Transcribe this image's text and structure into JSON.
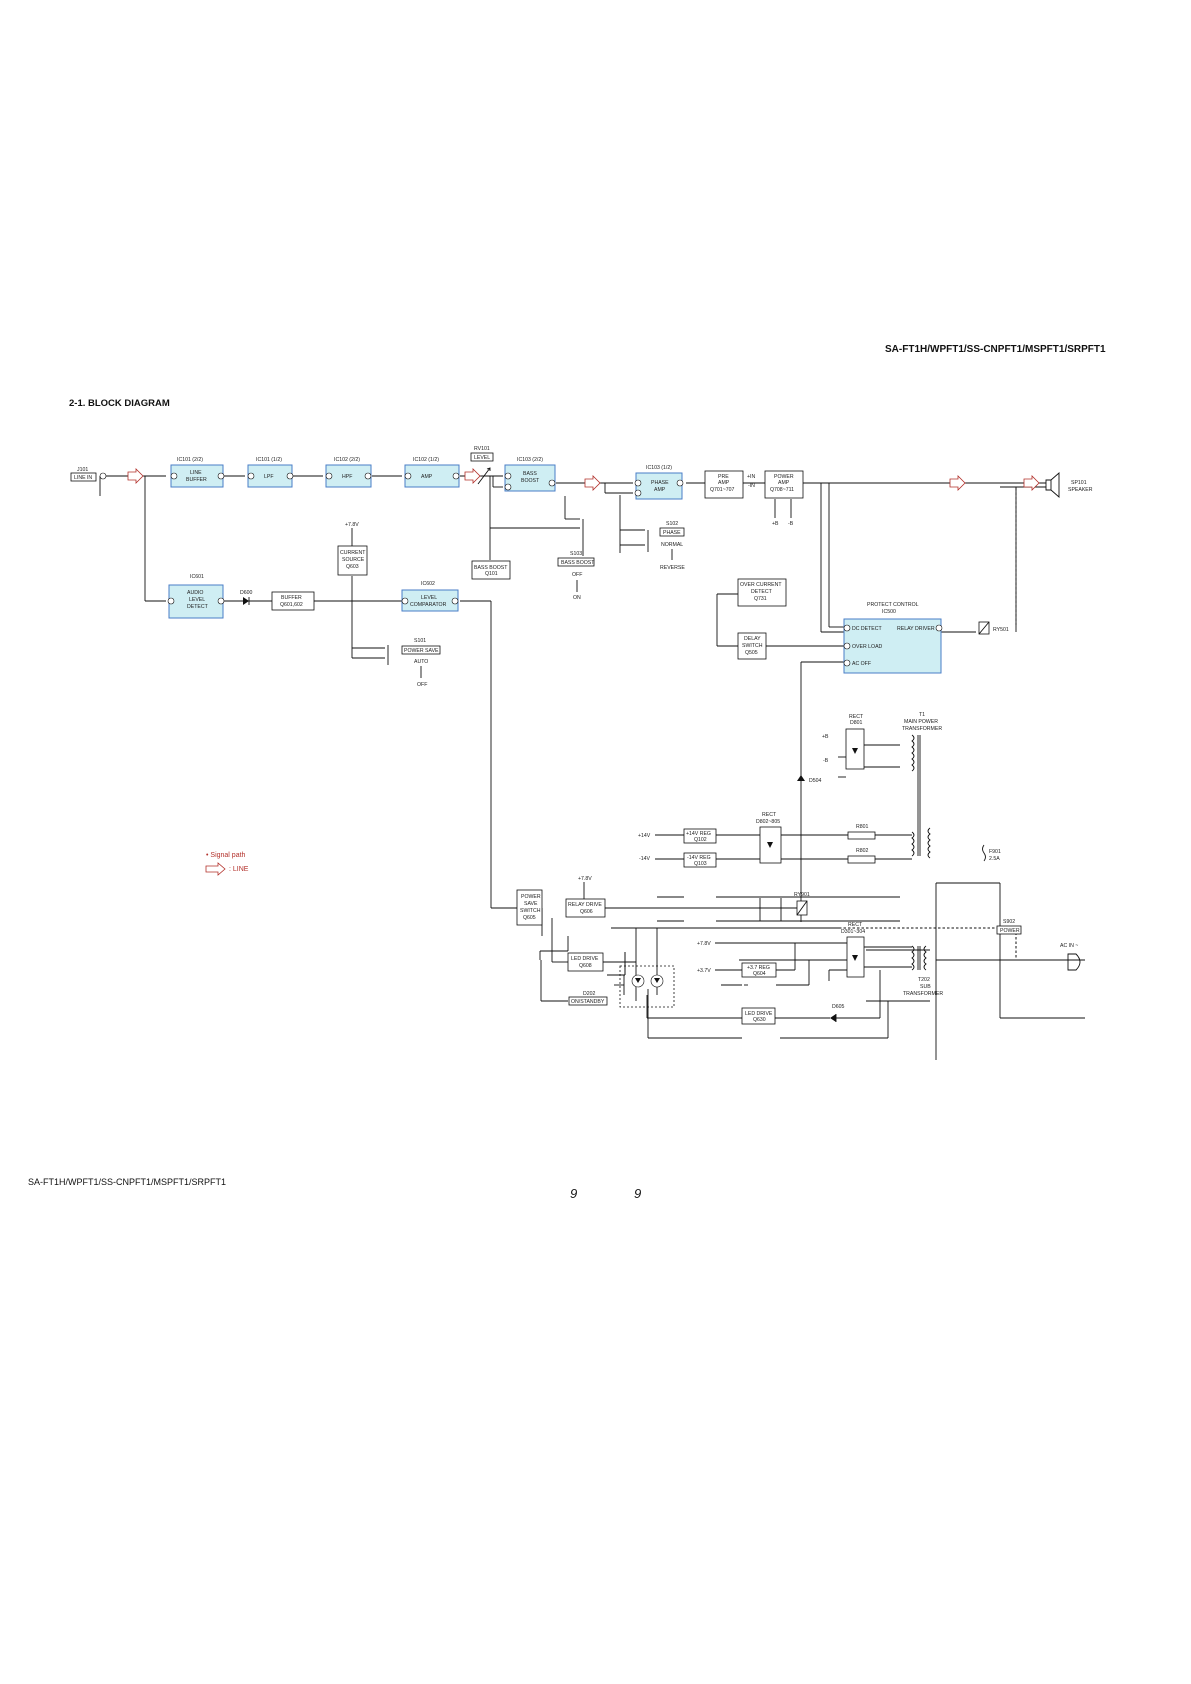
{
  "header": {
    "model_top": "SA-FT1H/WPFT1/SS-CNPFT1/MSPFT1/SRPFT1",
    "section_title": "2-1.   BLOCK DIAGRAM"
  },
  "footer": {
    "model_bottom": "SA-FT1H/WPFT1/SS-CNPFT1/MSPFT1/SRPFT1",
    "page_left": "9",
    "page_right": "9"
  },
  "legend": {
    "title": "• Signal path",
    "line_label": ": LINE"
  },
  "colors": {
    "highlight_fill": "#cfeef3",
    "highlight_border": "#4a7ec7",
    "signal_path": "#b3302a"
  },
  "labels": {
    "j101": "J101",
    "line_in": "LINE IN",
    "ic101_22": "IC101 (2/2)",
    "line_buffer_1": "LINE",
    "line_buffer_2": "BUFFER",
    "ic101_12": "IC101 (1/2)",
    "lpf": "LPF",
    "ic102_22": "IC102 (2/2)",
    "hpf": "HPF",
    "ic102_12": "IC102 (1/2)",
    "amp": "AMP",
    "rv101": "RV101",
    "level": "LEVEL",
    "ic103_22": "IC103 (2/2)",
    "bass_1": "BASS",
    "boost_1": "BOOST",
    "ic103_12": "IC103 (1/2)",
    "phase_1": "PHASE",
    "amp_2": "AMP",
    "pre_amp_1": "PRE",
    "pre_amp_2": "AMP",
    "pre_amp_3": "Q701~707",
    "in_plus": "+IN",
    "in_minus": "-IN",
    "power_amp_1": "POWER",
    "power_amp_2": "AMP",
    "power_amp_3": "Q708~711",
    "plus_b": "+B",
    "minus_b": "-B",
    "sp101": "SP101",
    "speaker": "SPEAKER",
    "v78_a": "+7.8V",
    "cur_src_1": "CURRENT",
    "cur_src_2": "SOURCE",
    "cur_src_3": "Q603",
    "bb_q101_1": "BASS BOOST",
    "bb_q101_2": "Q101",
    "s102": "S102",
    "phase_sw": "PHASE",
    "normal": "NORMAL",
    "reverse": "REVERSE",
    "s103": "S103",
    "bass_boost_sw": "BASS BOOST",
    "off_1": "OFF",
    "on_1": "ON",
    "ic601": "IC601",
    "aud_1": "AUDIO",
    "aud_2": "LEVEL",
    "aud_3": "DETECT",
    "d600": "D600",
    "buffer_1": "BUFFER",
    "buffer_2": "Q601,602",
    "ic602": "IC602",
    "lvl_cmp_1": "LEVEL",
    "lvl_cmp_2": "COMPARATOR",
    "s101": "S101",
    "power_save_sw": "POWER SAVE",
    "auto": "AUTO",
    "off_2": "OFF",
    "oc_1": "OVER CURRENT",
    "oc_2": "DETECT",
    "oc_3": "Q731",
    "delay_1": "DELAY",
    "delay_2": "SWITCH",
    "delay_3": "Q505",
    "protect_1": "PROTECT CONTROL",
    "protect_2": "IC500",
    "dc_detect": "DC DETECT",
    "relay_driver": "RELAY DRIVER",
    "over_load": "OVER LOAD",
    "ac_off": "AC OFF",
    "ry501": "RY501",
    "rect_1": "RECT",
    "d801": "D801",
    "t1": "T1",
    "main_pt_1": "MAIN POWER",
    "main_pt_2": "TRANSFORMER",
    "plus_b2": "+B",
    "minus_b2": "-B",
    "d504": "D504",
    "rect_2": "RECT",
    "d802": "D802~805",
    "r801": "R801",
    "r802": "R802",
    "v14p": "+14V",
    "v14m": "-14V",
    "reg14p_1": "+14V REG",
    "reg14p_2": "Q102",
    "reg14m_1": "-14V REG",
    "reg14m_2": "Q103",
    "f901": "F901",
    "f901_val": "2.5A",
    "v78_b": "+7.8V",
    "ps_1": "POWER",
    "ps_2": "SAVE",
    "ps_3": "SWITCH",
    "ps_4": "Q605",
    "relay_drv_1": "RELAY DRIVE",
    "relay_drv_2": "Q606",
    "ry901": "RY901",
    "led_608_1": "LED DRIVE",
    "led_608_2": "Q608",
    "d202": "D202",
    "on_standby": "ON/STANDBY",
    "v78_c": "+7.8V",
    "v37": "+3.7V",
    "reg37_1": "+3.7 REG",
    "reg37_2": "Q604",
    "rect_3": "RECT",
    "d301": "D301~304",
    "t202": "T202",
    "sub_1": "SUB",
    "sub_2": "TRANSFORMER",
    "s902": "S902",
    "power_sw": "POWER",
    "ac_in": "AC IN ~",
    "d605": "D605",
    "led_630_1": "LED DRIVE",
    "led_630_2": "Q630"
  }
}
